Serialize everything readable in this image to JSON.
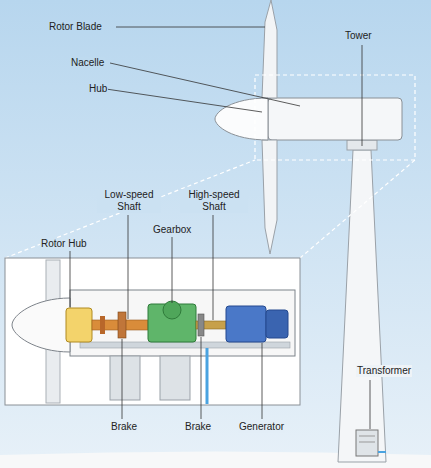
{
  "diagram": {
    "labels": [
      "Rotor Blade",
      "Nacelle",
      "Hub",
      "Tower",
      "Rotor Hub",
      "Low-speed Shaft",
      "Gearbox",
      "High-speed Shaft",
      "Brake",
      "Brake",
      "Generator",
      "Transformer"
    ]
  }
}
